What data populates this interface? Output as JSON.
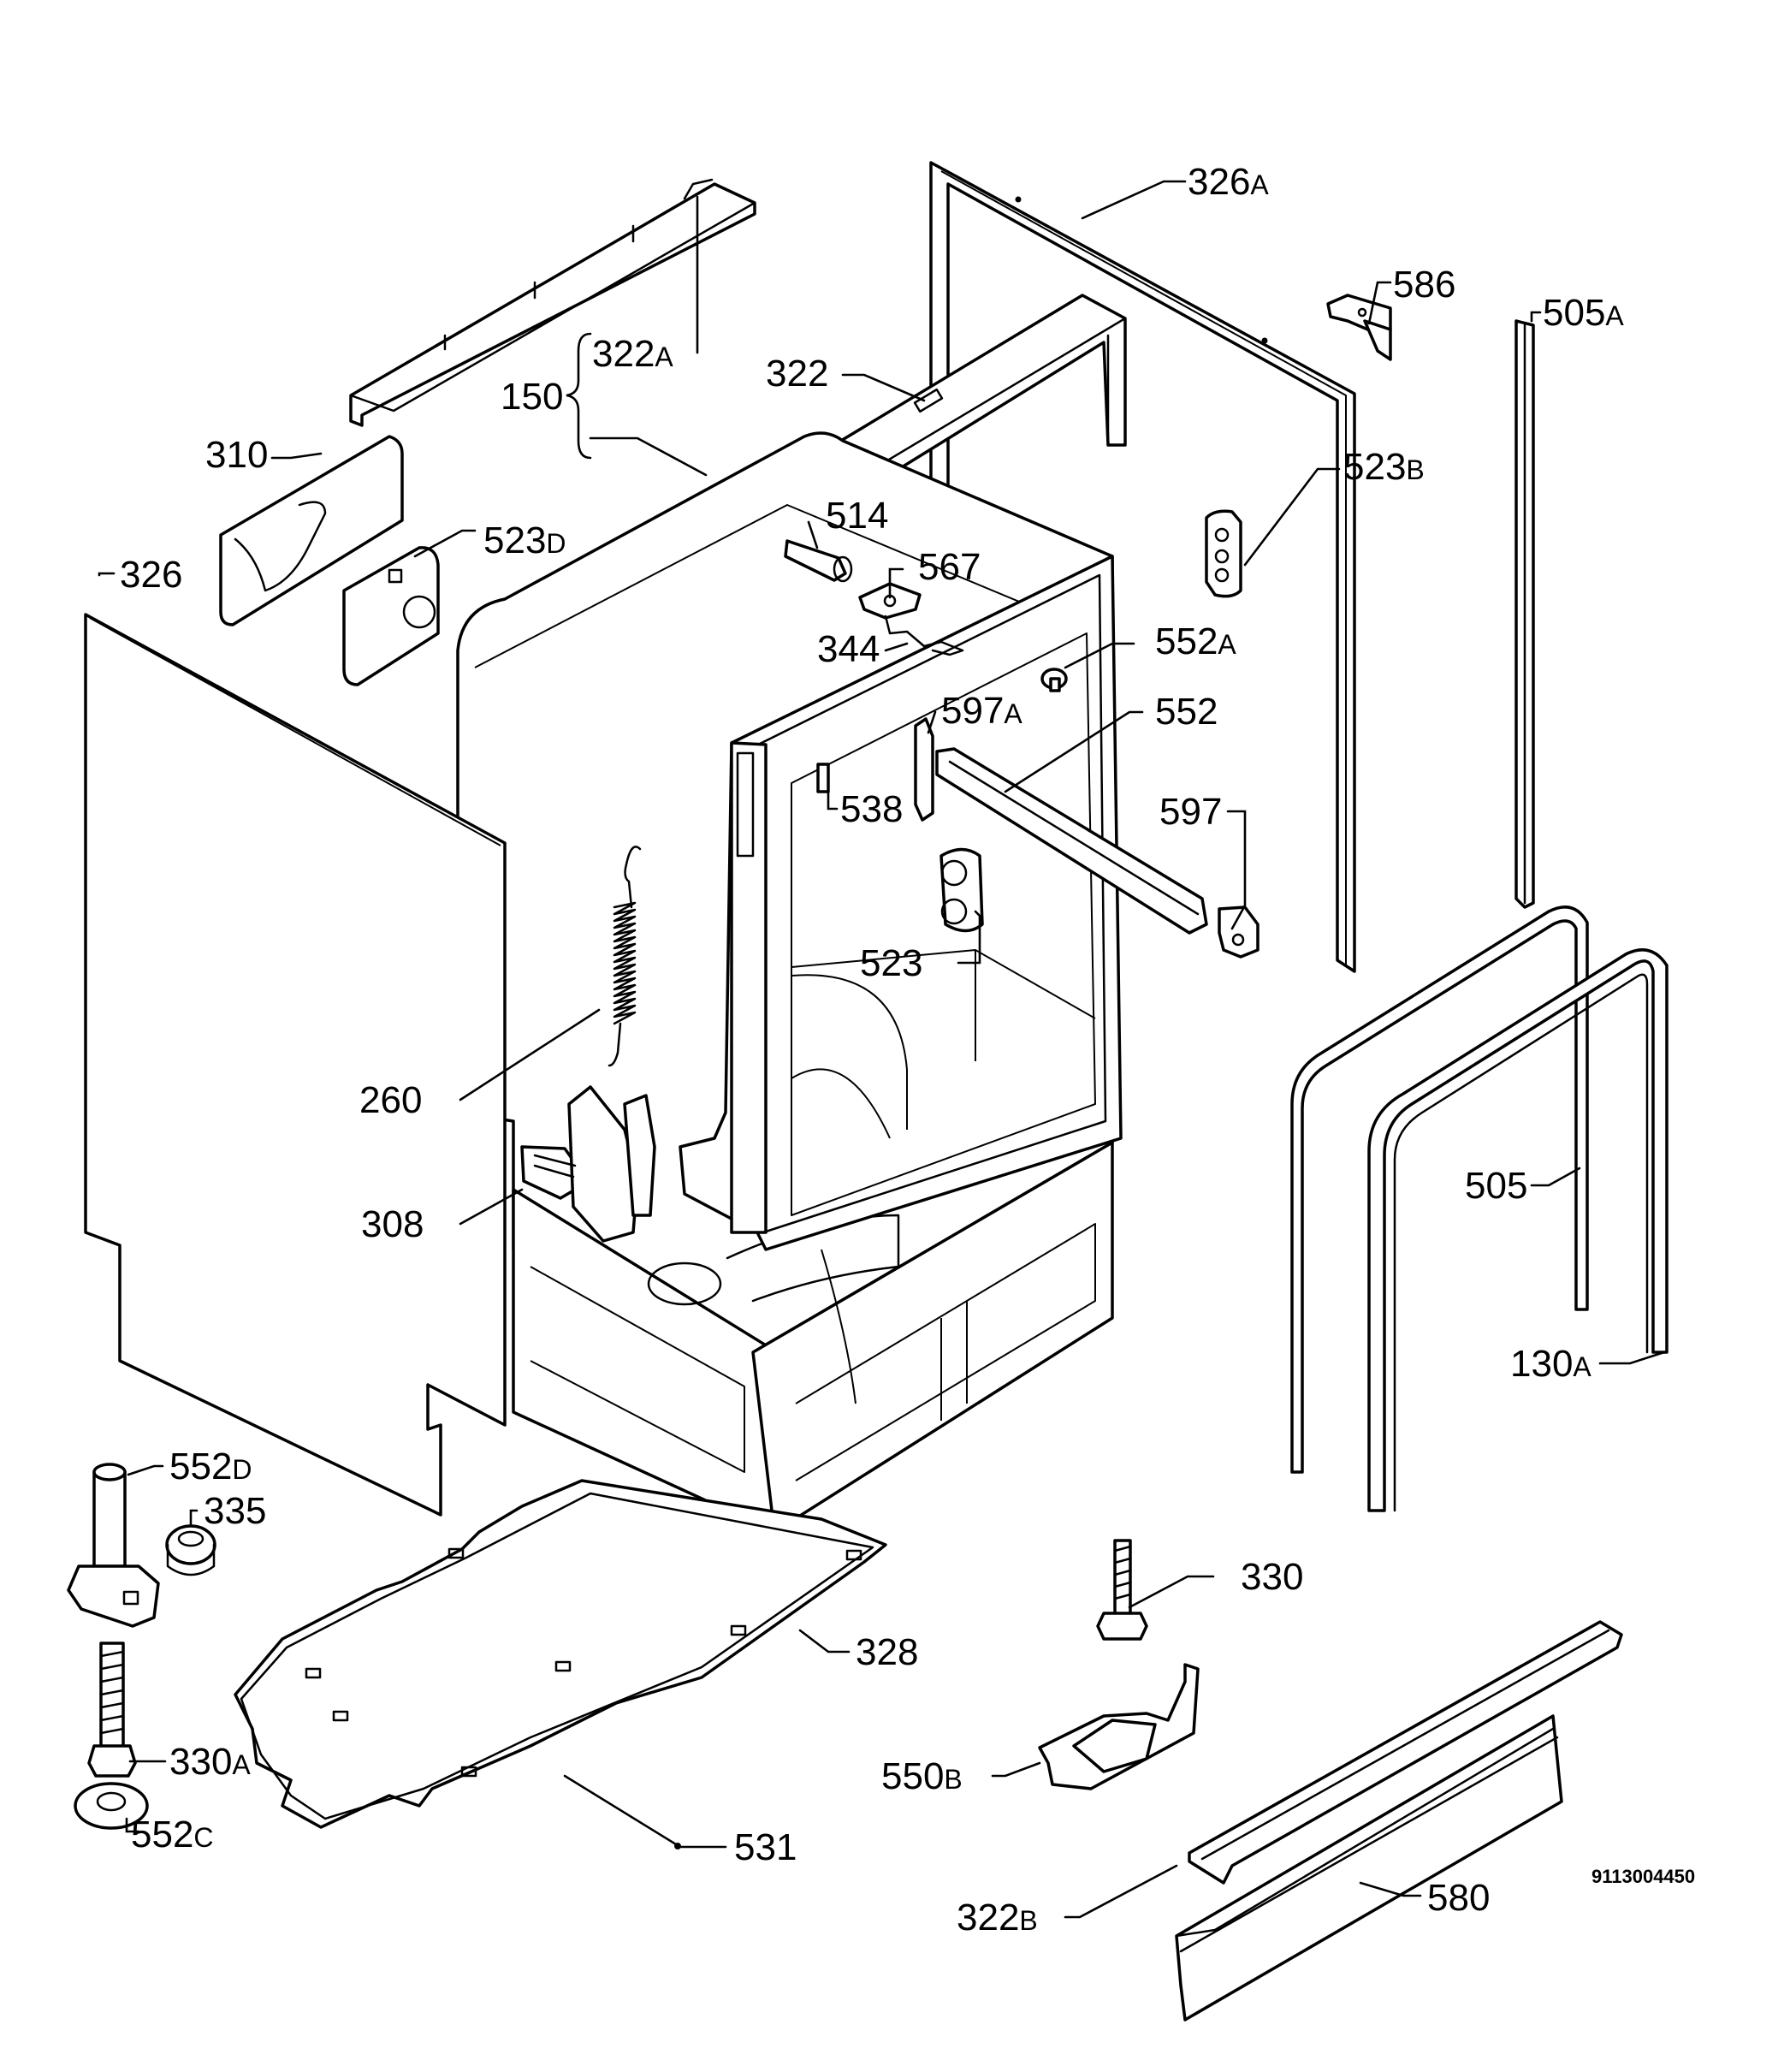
{
  "labels": {
    "l326A": "326",
    "l326A_s": "A",
    "l586": "586",
    "l505A": "505",
    "l505A_s": "A",
    "l322A": "322",
    "l322A_s": "A",
    "l150": "150",
    "l322": "322",
    "l310": "310",
    "l523B": "523",
    "l523B_s": "B",
    "l514": "514",
    "l523D": "523",
    "l523D_s": "D",
    "l567": "567",
    "l326": "326",
    "l552A": "552",
    "l552A_s": "A",
    "l344": "344",
    "l597A": "597",
    "l597A_s": "A",
    "l552": "552",
    "l538": "538",
    "l597": "597",
    "l523": "523",
    "l260": "260",
    "l505": "505",
    "l308": "308",
    "l130A": "130",
    "l130A_s": "A",
    "l552D": "552",
    "l552D_s": "D",
    "l335": "335",
    "l330": "330",
    "l328": "328",
    "l330A": "330",
    "l330A_s": "A",
    "l550B": "550",
    "l550B_s": "B",
    "l552C": "552",
    "l552C_s": "C",
    "l531": "531",
    "l322B": "322",
    "l322B_s": "B",
    "l580": "580"
  },
  "reference_number": "9113004450"
}
